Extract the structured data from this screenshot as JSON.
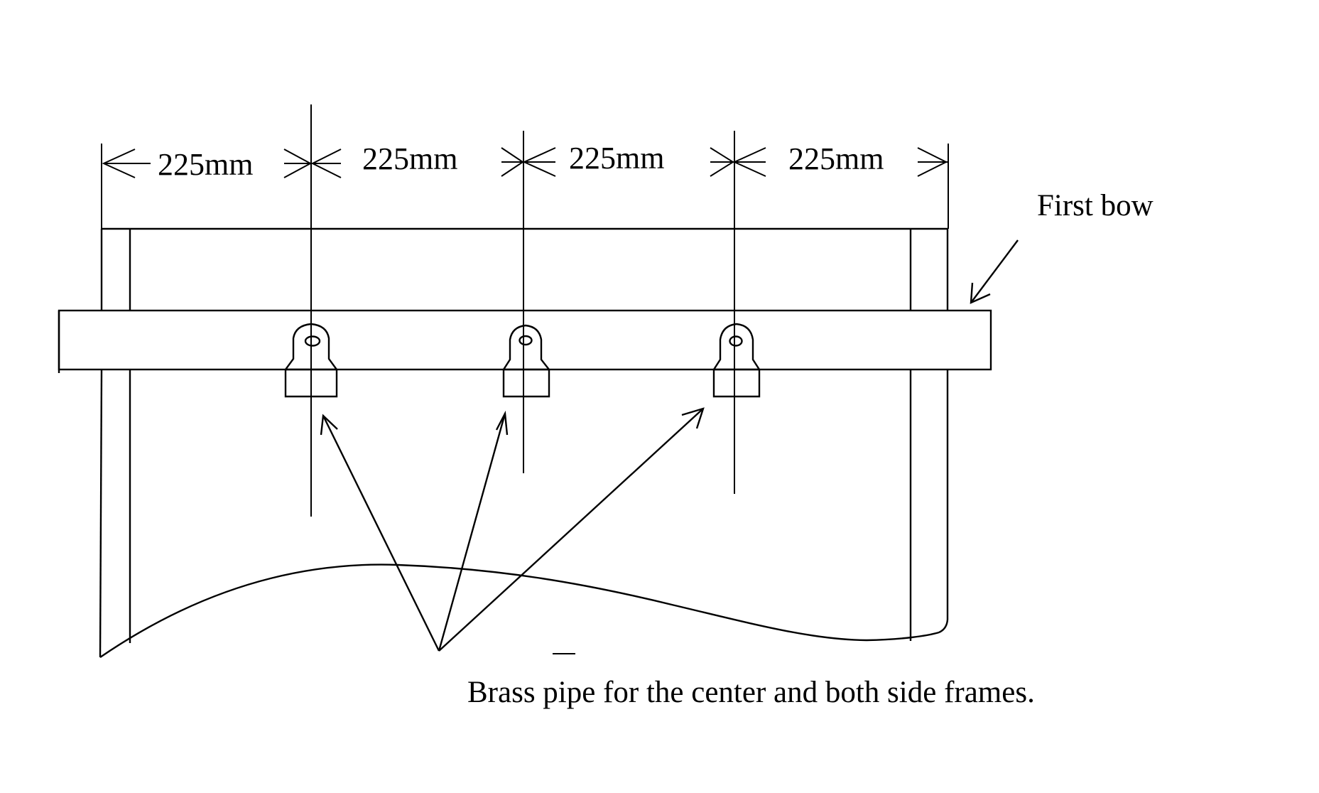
{
  "diagram": {
    "dimensions": [
      {
        "label": "225mm"
      },
      {
        "label": "225mm"
      },
      {
        "label": "225mm"
      },
      {
        "label": "225mm"
      }
    ],
    "callout_first_bow": "First bow",
    "callout_brass_pipe": "Brass pipe for the center and both side frames.",
    "line_color": "#000000",
    "background": "#ffffff"
  }
}
